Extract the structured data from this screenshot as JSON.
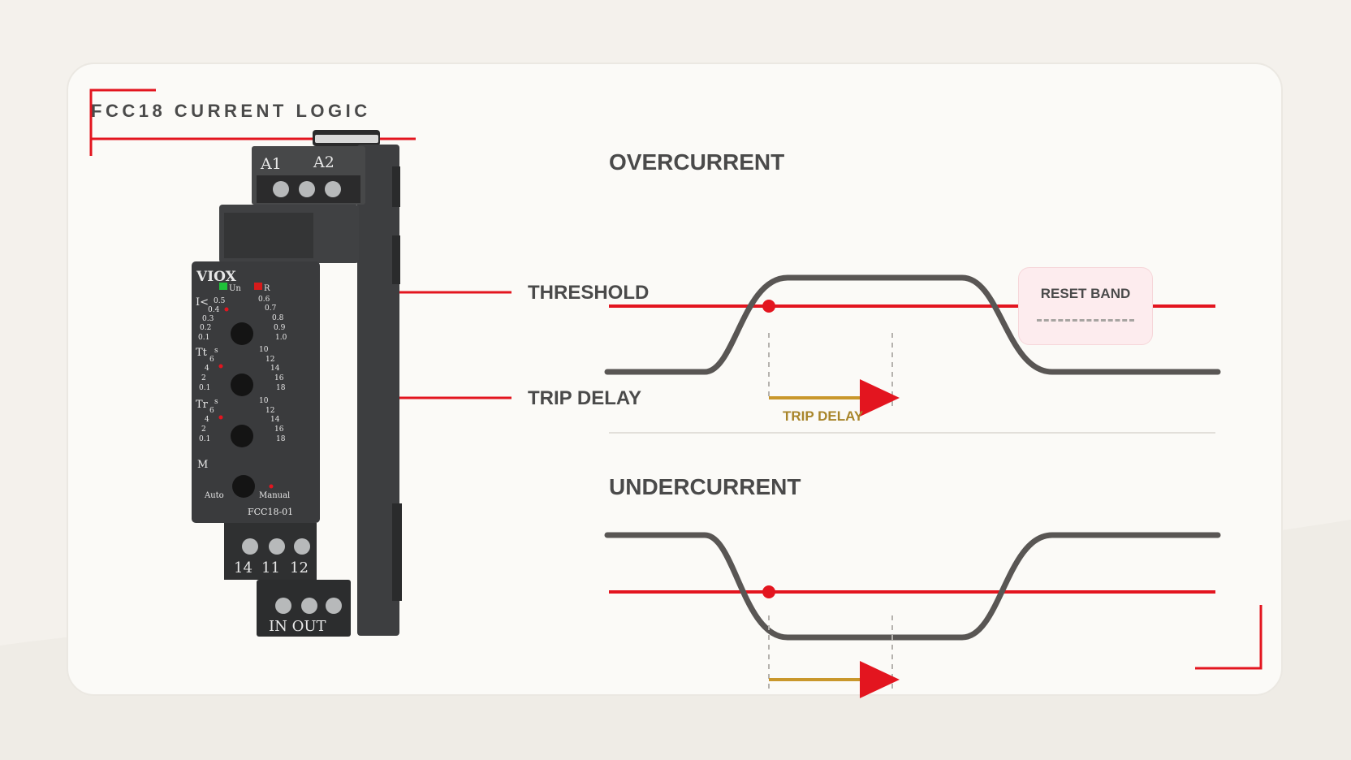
{
  "diagram": {
    "title": "FCC18 CURRENT LOGIC",
    "labels": {
      "threshold": "THRESHOLD",
      "trip_delay": "TRIP DELAY"
    },
    "overcurrent": {
      "title": "OVERCURRENT",
      "reset_band": "RESET BAND",
      "trip_delay": "TRIP DELAY"
    },
    "undercurrent": {
      "title": "UNDERCURRENT"
    },
    "colors": {
      "accent": "#e3151f",
      "signal": "#595654",
      "delay": "#c9972b",
      "guide": "#b5b2ae"
    }
  },
  "device": {
    "brand": "VIOX",
    "model": "FCC18-01",
    "top_terminals": [
      "A1",
      "A2"
    ],
    "bottom_terminals": [
      "14",
      "11",
      "12"
    ],
    "io_label": "IN OUT",
    "led_un": "Un",
    "led_r": "R",
    "dial_current": {
      "label": "I<",
      "scale_left": [
        "0.5",
        "0.4",
        "0.3",
        "0.2",
        "0.1"
      ],
      "scale_right": [
        "0.6",
        "0.7",
        "0.8",
        "0.9",
        "1.0"
      ]
    },
    "dial_tt": {
      "label": "Tt",
      "unit": "s",
      "scale_left": [
        "6",
        "4",
        "2",
        "0.1"
      ],
      "scale_right": [
        "10",
        "12",
        "14",
        "16",
        "18"
      ]
    },
    "dial_tr": {
      "label": "Tr",
      "unit": "s",
      "scale_left": [
        "6",
        "4",
        "2",
        "0.1"
      ],
      "scale_right": [
        "10",
        "12",
        "14",
        "16",
        "18"
      ]
    },
    "mode": {
      "label": "M",
      "left": "Auto",
      "right": "Manual"
    }
  }
}
